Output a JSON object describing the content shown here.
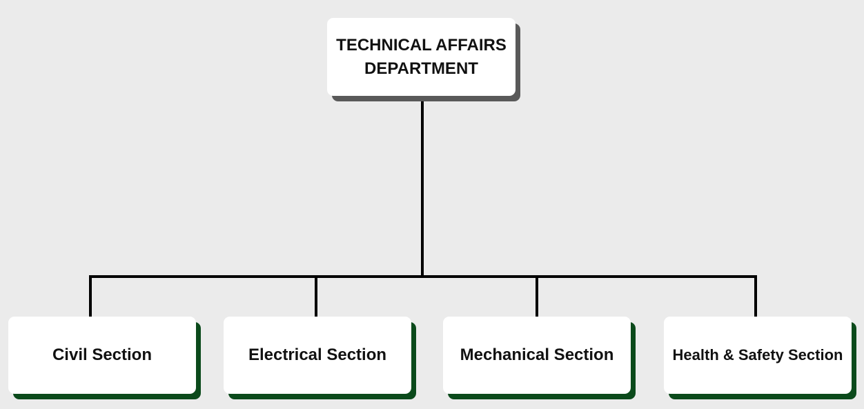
{
  "diagram": {
    "type": "org-chart",
    "root": {
      "label": "TECHNICAL AFFAIRS DEPARTMENT",
      "line1": "TECHNICAL AFFAIRS",
      "line2": "DEPARTMENT"
    },
    "children": [
      {
        "label": "Civil Section"
      },
      {
        "label": "Electrical Section"
      },
      {
        "label": "Mechanical Section"
      },
      {
        "label": "Health & Safety Section"
      }
    ],
    "colors": {
      "background": "#ebebeb",
      "node_fill": "#ffffff",
      "root_shadow": "#595959",
      "child_shadow": "#0b4a1b",
      "connector": "#000000"
    }
  }
}
